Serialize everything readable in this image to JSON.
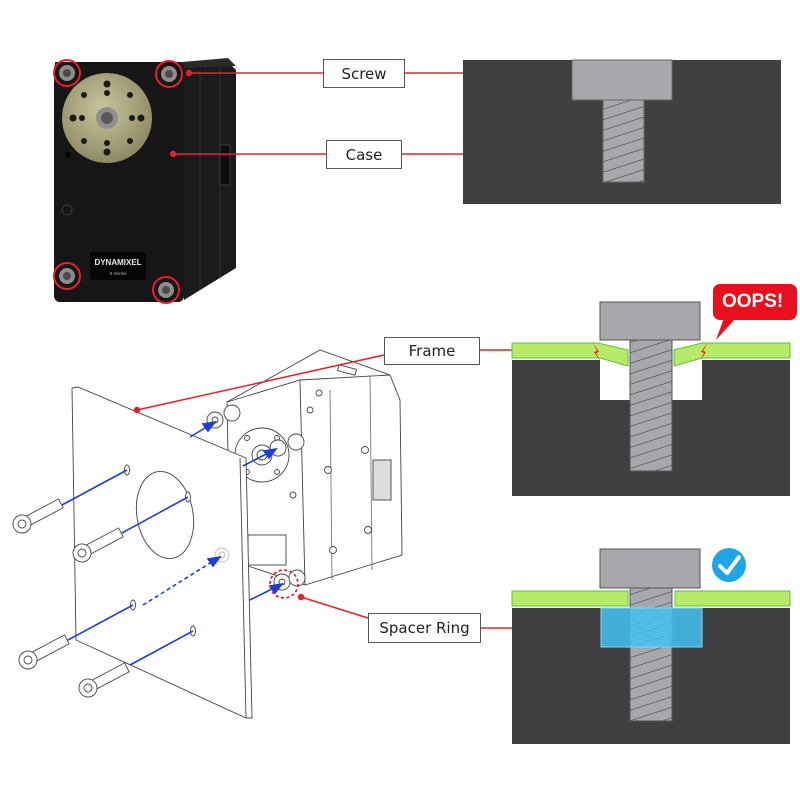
{
  "labels": {
    "screw": "Screw",
    "case": "Case",
    "frame": "Frame",
    "spacer_ring": "Spacer Ring"
  },
  "callouts": {
    "oops": "OOPS!",
    "check_icon": "check-circle-icon"
  },
  "product": {
    "brand": "DYNAMIXEL",
    "series": "X-Series"
  },
  "colors": {
    "callout_line": "#e8202a",
    "case_fill": "#404042",
    "screw_fill": "#a7a8ab",
    "frame_fill": "#b8ea6a",
    "spacer_fill": "#43c2f2",
    "arrow": "#1c3fd6",
    "oops_bg": "#e8101c",
    "check_bg": "#1ea6e8"
  }
}
